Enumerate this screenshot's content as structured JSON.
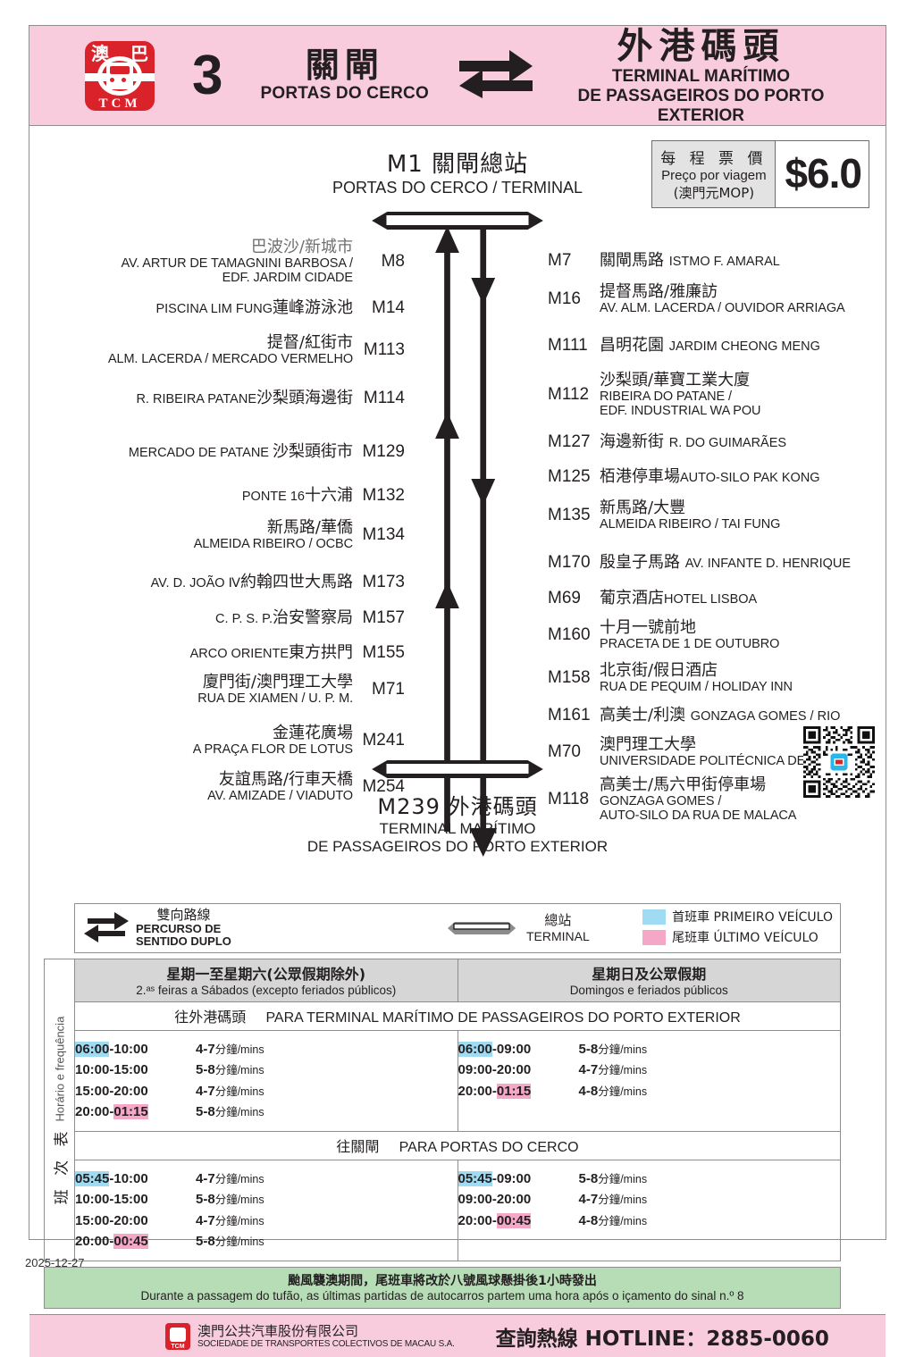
{
  "header": {
    "logo_cn_left": "澳",
    "logo_cn_right": "巴",
    "logo_text": "TCM",
    "route_number": "3",
    "origin_cn": "關閘",
    "origin_pt": "PORTAS DO CERCO",
    "bidir_icon": "bidirectional-arrows-icon",
    "dest_cn": "外港碼頭",
    "dest_pt_line1": "TERMINAL MARÍTIMO",
    "dest_pt_line2": "DE PASSAGEIROS DO PORTO EXTERIOR",
    "pink": "#f8ccdd",
    "red": "#d9222a"
  },
  "fare": {
    "label_cn": "每 程 票 價",
    "label_pt": "Preço por viagem",
    "label_currency": "(澳門元MOP)",
    "amount": "$6.0"
  },
  "map": {
    "terminal_top": {
      "code": "M1",
      "cn": "關閘總站",
      "pt": "PORTAS DO CERCO / TERMINAL"
    },
    "terminal_bottom": {
      "code": "M239",
      "cn": "外港碼頭",
      "pt_line1": "TERMINAL MARÍTIMO",
      "pt_line2": "DE PASSAGEIROS DO PORTO EXTERIOR"
    },
    "stops_left": [
      {
        "code": "M8",
        "cn": "巴波沙/新城市",
        "pt": "AV. ARTUR DE TAMAGNINI BARBOSA /\nEDF. JARDIM CIDADE",
        "style": "stack"
      },
      {
        "code": "M14",
        "pt": "PISCINA LIM FUNG",
        "cn": "蓮峰游泳池",
        "style": "inline-pt-first"
      },
      {
        "code": "M113",
        "cn": "提督/紅街市",
        "pt": "ALM. LACERDA / MERCADO VERMELHO",
        "style": "stack"
      },
      {
        "code": "M114",
        "pt": "R. RIBEIRA PATANE",
        "cn": "沙梨頭海邊街",
        "style": "inline-pt-first"
      },
      {
        "code": "M129",
        "pt": "MERCADO DE PATANE ",
        "cn": "沙梨頭街市",
        "style": "inline-pt-first"
      },
      {
        "code": "M132",
        "pt": "PONTE 16",
        "cn": "十六浦",
        "style": "inline-pt-first"
      },
      {
        "code": "M134",
        "cn": "新馬路/華僑",
        "pt": "ALMEIDA RIBEIRO / OCBC",
        "style": "stack"
      },
      {
        "code": "M173",
        "pt": "AV. D. JOÃO Ⅳ",
        "cn": "約翰四世大馬路",
        "style": "inline-pt-first"
      },
      {
        "code": "M157",
        "pt": "C. P. S. P.",
        "cn": "治安警察局",
        "style": "inline-pt-first"
      },
      {
        "code": "M155",
        "pt": "ARCO ORIENTE",
        "cn": "東方拱門",
        "style": "inline-pt-first"
      },
      {
        "code": "M71",
        "cn": "廈門街/澳門理工大學",
        "pt": "RUA DE XIAMEN / U. P. M.",
        "style": "stack"
      },
      {
        "code": "M241",
        "cn": "金蓮花廣場",
        "pt": "A PRAÇA FLOR DE LOTUS",
        "style": "stack"
      },
      {
        "code": "M254",
        "cn": "友誼馬路/行車天橋",
        "pt": "AV. AMIZADE / VIADUTO",
        "style": "stack"
      }
    ],
    "stops_right": [
      {
        "code": "M7",
        "cn": "關閘馬路 ",
        "pt": "ISTMO F. AMARAL",
        "style": "inline-cn-first"
      },
      {
        "code": "M16",
        "cn": "提督馬路/雅廉訪",
        "pt": "AV. ALM. LACERDA / OUVIDOR ARRIAGA",
        "style": "stack"
      },
      {
        "code": "M111",
        "cn": "昌明花園 ",
        "pt": "JARDIM CHEONG MENG",
        "style": "inline-cn-first"
      },
      {
        "code": "M112",
        "cn": "沙梨頭/華寶工業大廈",
        "pt": "RIBEIRA DO PATANE /\nEDF. INDUSTRIAL WA POU",
        "style": "stack"
      },
      {
        "code": "M127",
        "cn": "海邊新街 ",
        "pt": "R. DO GUIMARÃES",
        "style": "inline-cn-first"
      },
      {
        "code": "M125",
        "cn": "栢港停車場",
        "pt": "AUTO-SILO PAK KONG",
        "style": "inline-cn-first"
      },
      {
        "code": "M135",
        "cn": "新馬路/大豐",
        "pt": "ALMEIDA RIBEIRO / TAI FUNG",
        "style": "stack"
      },
      {
        "code": "M170",
        "cn": "殷皇子馬路 ",
        "pt": "AV. INFANTE D. HENRIQUE",
        "style": "inline-cn-first"
      },
      {
        "code": "M69",
        "cn": "葡京酒店",
        "pt": "HOTEL LISBOA",
        "style": "inline-cn-first"
      },
      {
        "code": "M160",
        "cn": "十月一號前地",
        "pt": "PRACETA DE 1 DE OUTUBRO",
        "style": "stack"
      },
      {
        "code": "M158",
        "cn": "北京街/假日酒店",
        "pt": "RUA DE PEQUIM / HOLIDAY INN",
        "style": "stack"
      },
      {
        "code": "M161",
        "cn": "高美士/利澳 ",
        "pt": "GONZAGA GOMES / RIO",
        "style": "inline-cn-first"
      },
      {
        "code": "M70",
        "cn": "澳門理工大學",
        "pt": "UNIVERSIDADE POLITÉCNICA DE MACAU",
        "style": "stack"
      },
      {
        "code": "M118",
        "cn": "高美士/馬六甲街停車場",
        "pt": "GONZAGA GOMES /\nAUTO-SILO DA RUA DE MALACA",
        "style": "stack"
      }
    ],
    "qr_icon": "qr-code-icon"
  },
  "legend": {
    "bidir_icon": "bidirectional-arrows-icon",
    "bidir_cn": "雙向路線",
    "bidir_pt_line1": "PERCURSO DE",
    "bidir_pt_line2": "SENTIDO DUPLO",
    "terminal_icon": "terminal-bar-icon",
    "terminal_cn": "總站",
    "terminal_pt": "TERMINAL",
    "first_color": "#9fdcf4",
    "first_label": "首班車 PRIMEIRO VEÍCULO",
    "last_color": "#f5a7c8",
    "last_label": "尾班車 ÚLTIMO VEÍCULO"
  },
  "timetable": {
    "side_cn": "班 次 表",
    "side_pt": "Horário e frequência",
    "col_weekday_cn": "星期一至星期六(公眾假期除外)",
    "col_weekday_pt": "2.ᵃˢ feiras a Sábados (excepto feriados públicos)",
    "col_holiday_cn": "星期日及公眾假期",
    "col_holiday_pt": "Domingos e feriados públicos",
    "direction_1_cn": "往外港碼頭",
    "direction_1_pt": "PARA TERMINAL MARÍTIMO DE PASSAGEIROS DO PORTO EXTERIOR",
    "direction_2_cn": "往關閘",
    "direction_2_pt": "PARA  PORTAS DO CERCO",
    "dir1_weekday": [
      {
        "start": "06:00",
        "end": "10:00",
        "freq": "4-7",
        "unit_cn": "分鐘",
        "unit_en": "/mins",
        "first": true,
        "last": false
      },
      {
        "start": "10:00",
        "end": "15:00",
        "freq": "5-8",
        "unit_cn": "分鐘",
        "unit_en": "/mins",
        "first": false,
        "last": false
      },
      {
        "start": "15:00",
        "end": "20:00",
        "freq": "4-7",
        "unit_cn": "分鐘",
        "unit_en": "/mins",
        "first": false,
        "last": false
      },
      {
        "start": "20:00",
        "end": "01:15",
        "freq": "5-8",
        "unit_cn": "分鐘",
        "unit_en": "/mins",
        "first": false,
        "last": true
      }
    ],
    "dir1_holiday": [
      {
        "start": "06:00",
        "end": "09:00",
        "freq": "5-8",
        "unit_cn": "分鐘",
        "unit_en": "/mins",
        "first": true,
        "last": false
      },
      {
        "start": "09:00",
        "end": "20:00",
        "freq": "4-7",
        "unit_cn": "分鐘",
        "unit_en": "/mins",
        "first": false,
        "last": false
      },
      {
        "start": "20:00",
        "end": "01:15",
        "freq": "4-8",
        "unit_cn": "分鐘",
        "unit_en": "/mins",
        "first": false,
        "last": true
      }
    ],
    "dir2_weekday": [
      {
        "start": "05:45",
        "end": "10:00",
        "freq": "4-7",
        "unit_cn": "分鐘",
        "unit_en": "/mins",
        "first": true,
        "last": false
      },
      {
        "start": "10:00",
        "end": "15:00",
        "freq": "5-8",
        "unit_cn": "分鐘",
        "unit_en": "/mins",
        "first": false,
        "last": false
      },
      {
        "start": "15:00",
        "end": "20:00",
        "freq": "4-7",
        "unit_cn": "分鐘",
        "unit_en": "/mins",
        "first": false,
        "last": false
      },
      {
        "start": "20:00",
        "end": "00:45",
        "freq": "5-8",
        "unit_cn": "分鐘",
        "unit_en": "/mins",
        "first": false,
        "last": true
      }
    ],
    "dir2_holiday": [
      {
        "start": "05:45",
        "end": "09:00",
        "freq": "5-8",
        "unit_cn": "分鐘",
        "unit_en": "/mins",
        "first": true,
        "last": false
      },
      {
        "start": "09:00",
        "end": "20:00",
        "freq": "4-7",
        "unit_cn": "分鐘",
        "unit_en": "/mins",
        "first": false,
        "last": false
      },
      {
        "start": "20:00",
        "end": "00:45",
        "freq": "4-8",
        "unit_cn": "分鐘",
        "unit_en": "/mins",
        "first": false,
        "last": true
      }
    ]
  },
  "typhoon": {
    "cn": "颱風襲澳期間，尾班車將改於八號風球懸掛後1小時發出",
    "pt": "Durante a passagem do tufão, as últimas partidas de autocarros partem uma hora após o içamento do sinal n.º 8",
    "bg": "#b7ddb7"
  },
  "footer": {
    "company_cn": "澳門公共汽車股份有限公司",
    "company_pt": "SOCIEDADE DE TRANSPORTES COLECTIVOS DE MACAU S.A.",
    "hotline": "查詢熱線 HOTLINE：2885-0060"
  },
  "datestamp": "2025-12-27"
}
